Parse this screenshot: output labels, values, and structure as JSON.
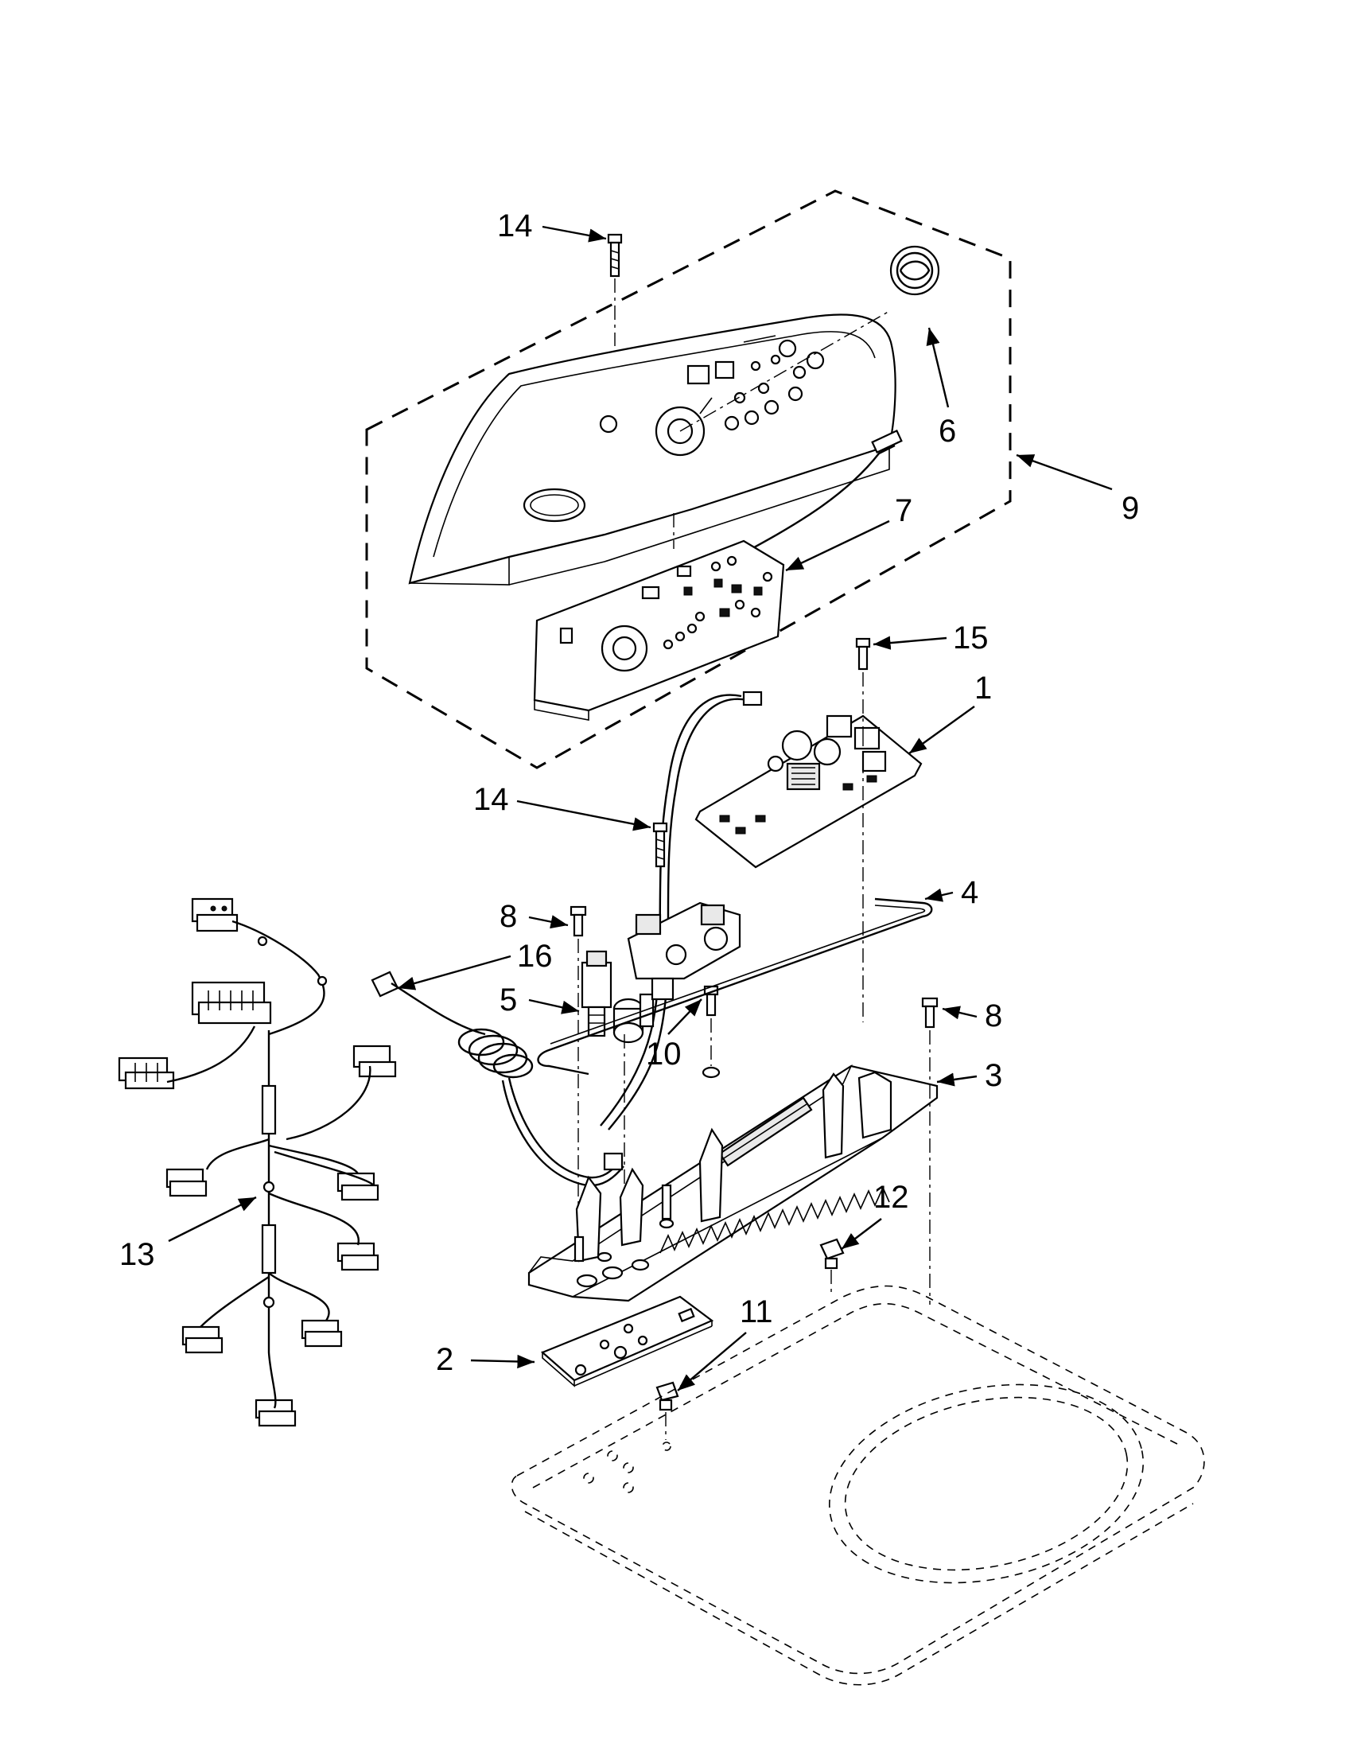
{
  "callouts": [
    {
      "id": "c14a",
      "label": "14"
    },
    {
      "id": "c6",
      "label": "6"
    },
    {
      "id": "c9",
      "label": "9"
    },
    {
      "id": "c7",
      "label": "7"
    },
    {
      "id": "c15",
      "label": "15"
    },
    {
      "id": "c1",
      "label": "1"
    },
    {
      "id": "c14b",
      "label": "14"
    },
    {
      "id": "c4",
      "label": "4"
    },
    {
      "id": "c8a",
      "label": "8"
    },
    {
      "id": "c16",
      "label": "16"
    },
    {
      "id": "c5",
      "label": "5"
    },
    {
      "id": "c10",
      "label": "10"
    },
    {
      "id": "c8b",
      "label": "8"
    },
    {
      "id": "c3",
      "label": "3"
    },
    {
      "id": "c12",
      "label": "12"
    },
    {
      "id": "c13",
      "label": "13"
    },
    {
      "id": "c11",
      "label": "11"
    },
    {
      "id": "c2",
      "label": "2"
    }
  ]
}
